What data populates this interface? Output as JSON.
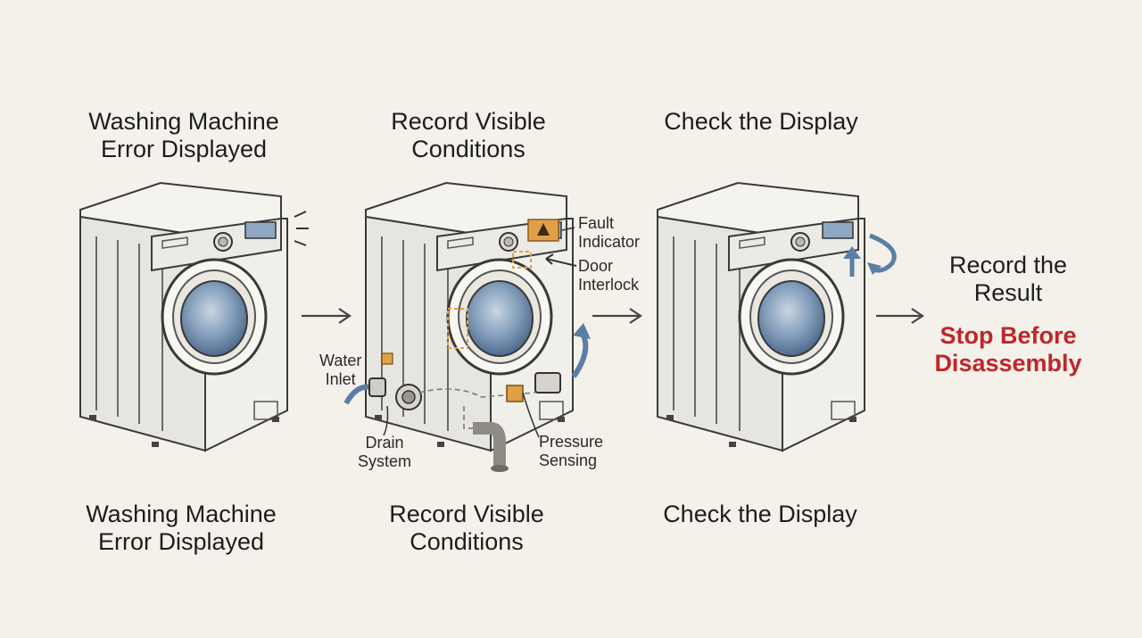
{
  "steps": [
    {
      "top_title": "Washing Machine\nError Displayed",
      "bottom_title": "Washing Machine\nError Displayed"
    },
    {
      "top_title": "Record Visible\nConditions",
      "bottom_title": "Record Visible\nConditions"
    },
    {
      "top_title": "Check the Display",
      "bottom_title": "Check the Display"
    }
  ],
  "final": {
    "title": "Record the\nResult",
    "warning": "Stop Before\nDisassembly",
    "warning_color": "#c0262a"
  },
  "callouts": {
    "fault_indicator": "Fault\nIndicator",
    "door_interlock": "Door\nInterlock",
    "water_inlet": "Water\nInlet",
    "drain_system": "Drain\nSystem",
    "pressure_sensing": "Pressure\nSensing"
  },
  "colors": {
    "background": "#f3f1ea",
    "accent_orange": "#e2a046",
    "arrow_blue": "#5a7fa6",
    "glass_blue": "#7f9ab8"
  }
}
